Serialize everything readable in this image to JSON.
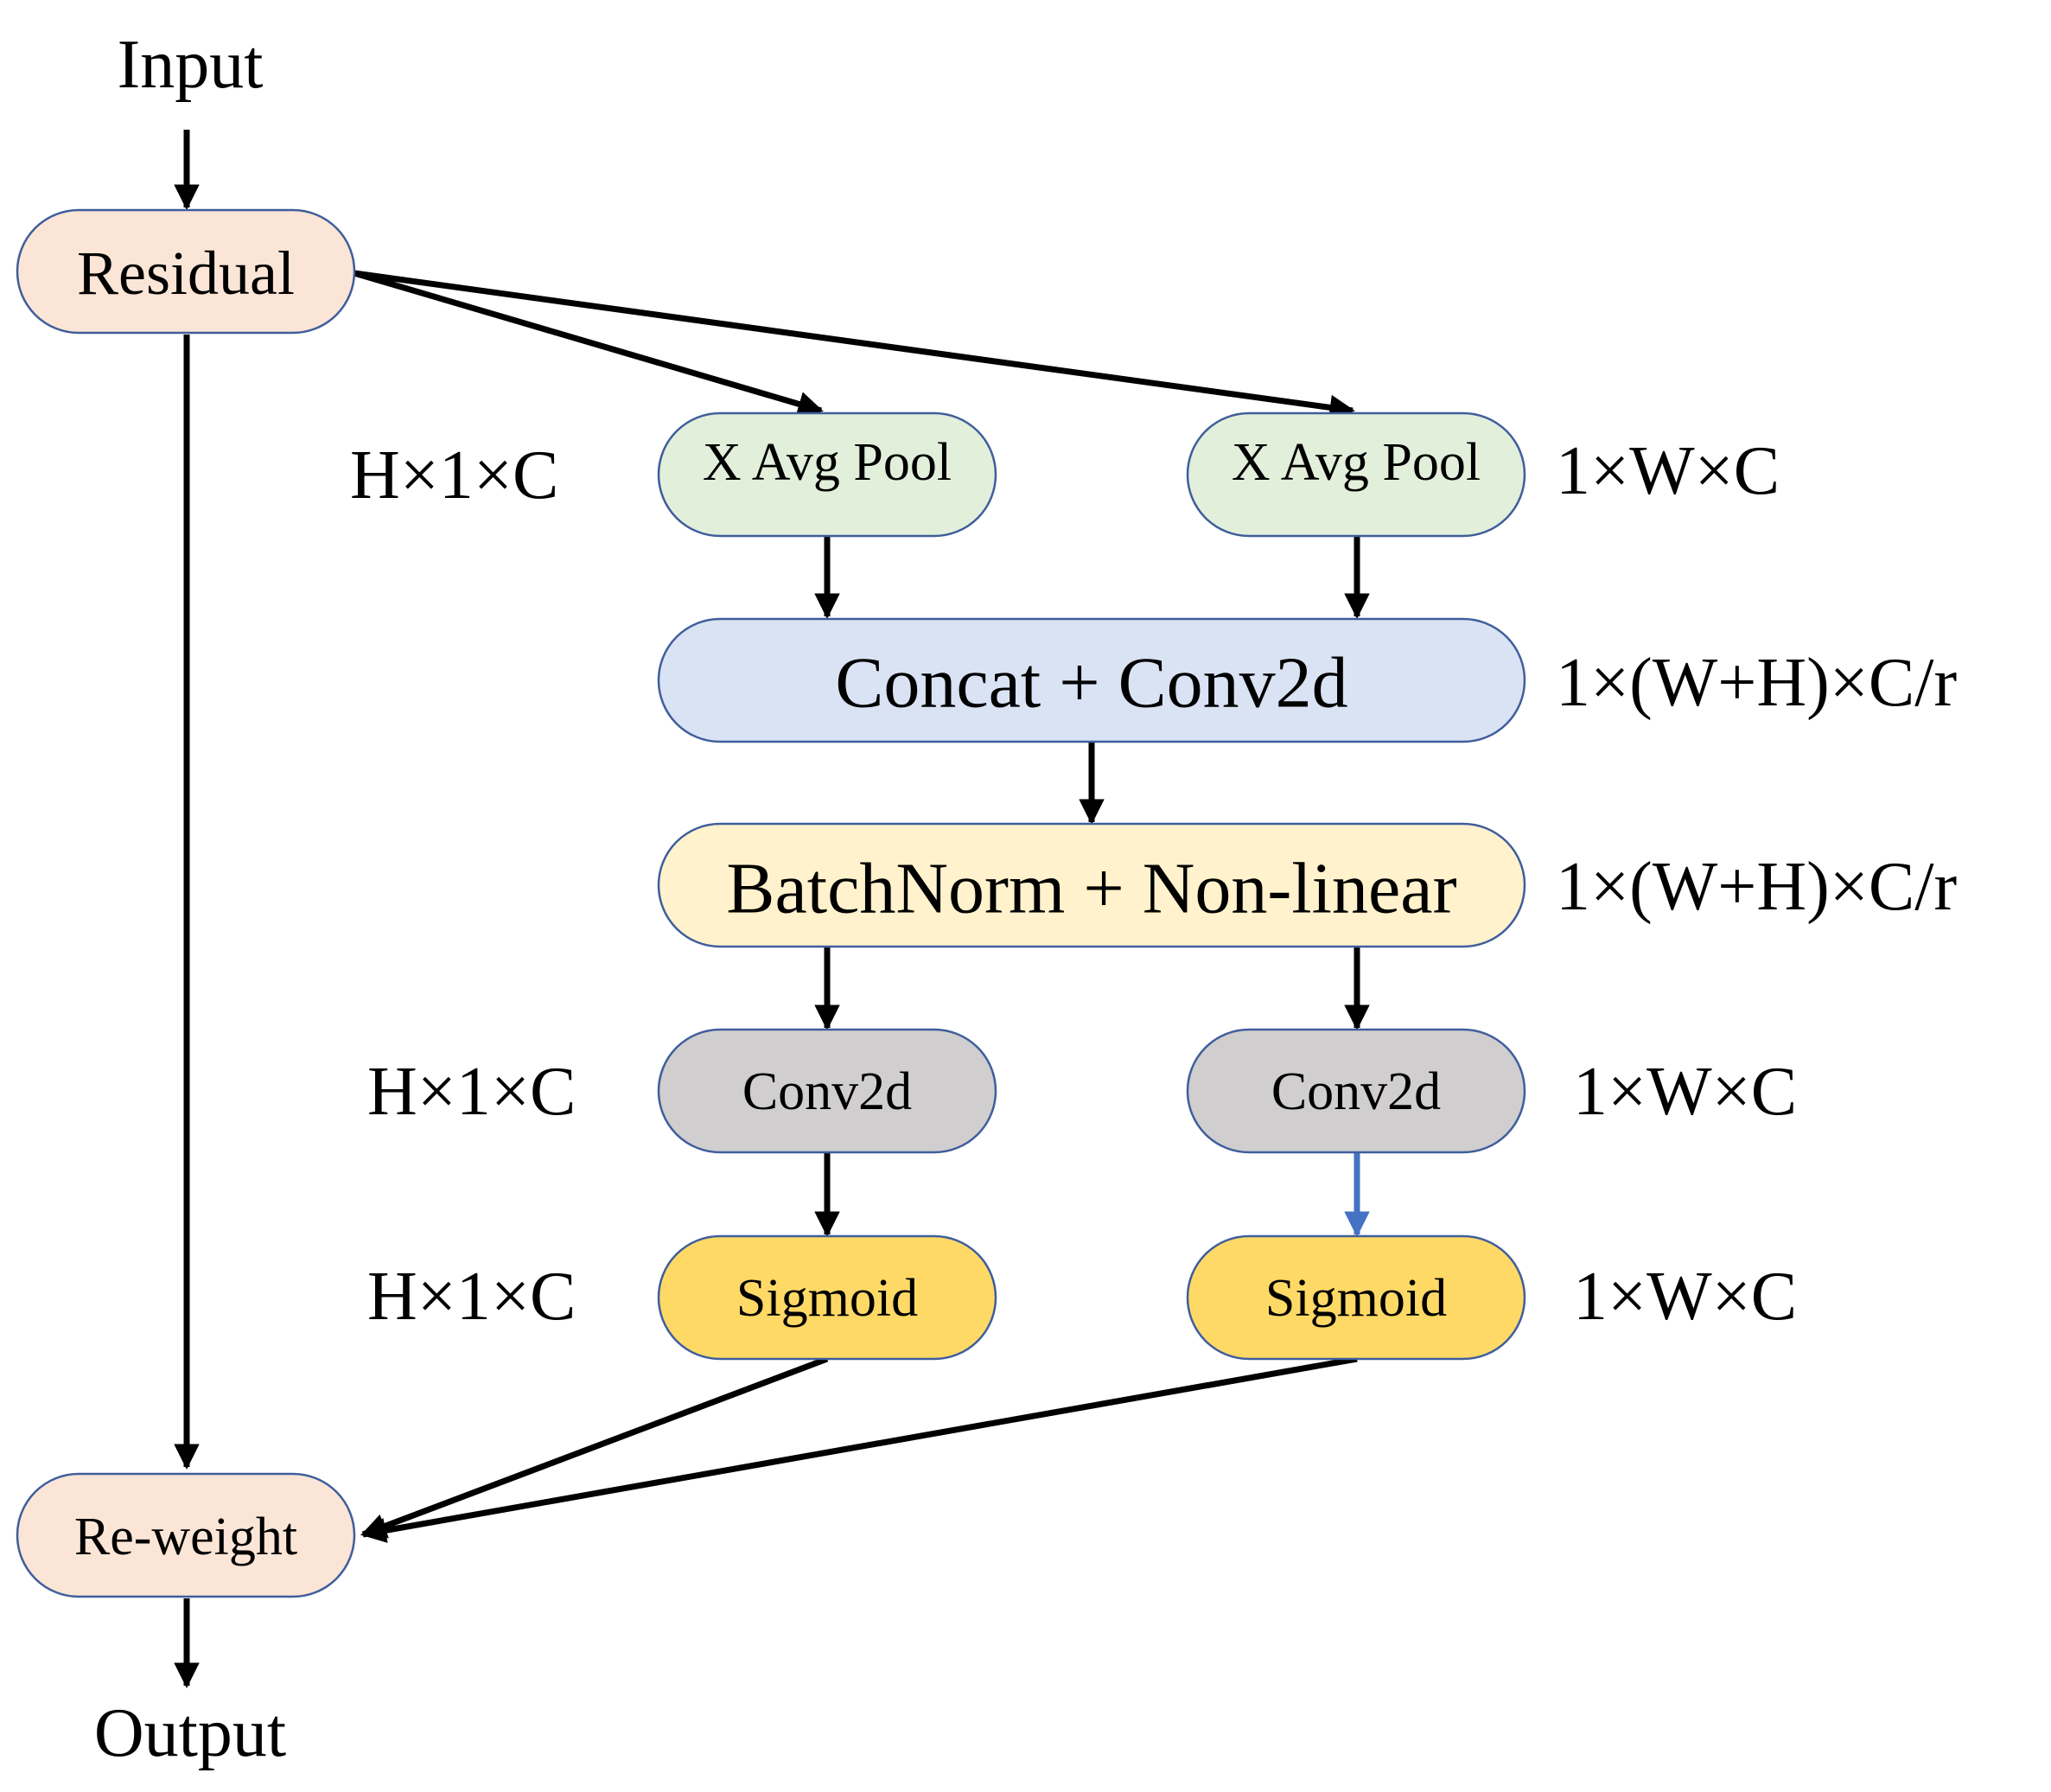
{
  "io": {
    "input": "Input",
    "output": "Output"
  },
  "nodes": {
    "residual": {
      "label": "Residual",
      "color": "#fbe5d6"
    },
    "x_pool_left": {
      "label": "X Avg Pool",
      "color": "#e2efda"
    },
    "x_pool_right": {
      "label": "X Avg Pool",
      "color": "#e2efda"
    },
    "concat_conv": {
      "label": "Concat + Conv2d",
      "color": "#dae3f3"
    },
    "batchnorm": {
      "label": "BatchNorm + Non-linear",
      "color": "#fff2cc"
    },
    "conv_left": {
      "label": "Conv2d",
      "color": "#d0cece"
    },
    "conv_right": {
      "label": "Conv2d",
      "color": "#d0cece"
    },
    "sigmoid_left": {
      "label": "Sigmoid",
      "color": "#ffd966"
    },
    "sigmoid_right": {
      "label": "Sigmoid",
      "color": "#ffd966"
    },
    "reweight": {
      "label": "Re-weight",
      "color": "#fbe5d6"
    }
  },
  "dims": {
    "pool_left": "H×1×C",
    "pool_right": "1×W×C",
    "concat": "1×(W+H)×C/r",
    "batchnorm": "1×(W+H)×C/r",
    "conv_left": "H×1×C",
    "conv_right": "1×W×C",
    "sigmoid_left": "H×1×C",
    "sigmoid_right": "1×W×C"
  },
  "colors": {
    "node_border": "#3f5e9c",
    "arrow": "#000000",
    "arrow_highlight": "#4472c4"
  }
}
